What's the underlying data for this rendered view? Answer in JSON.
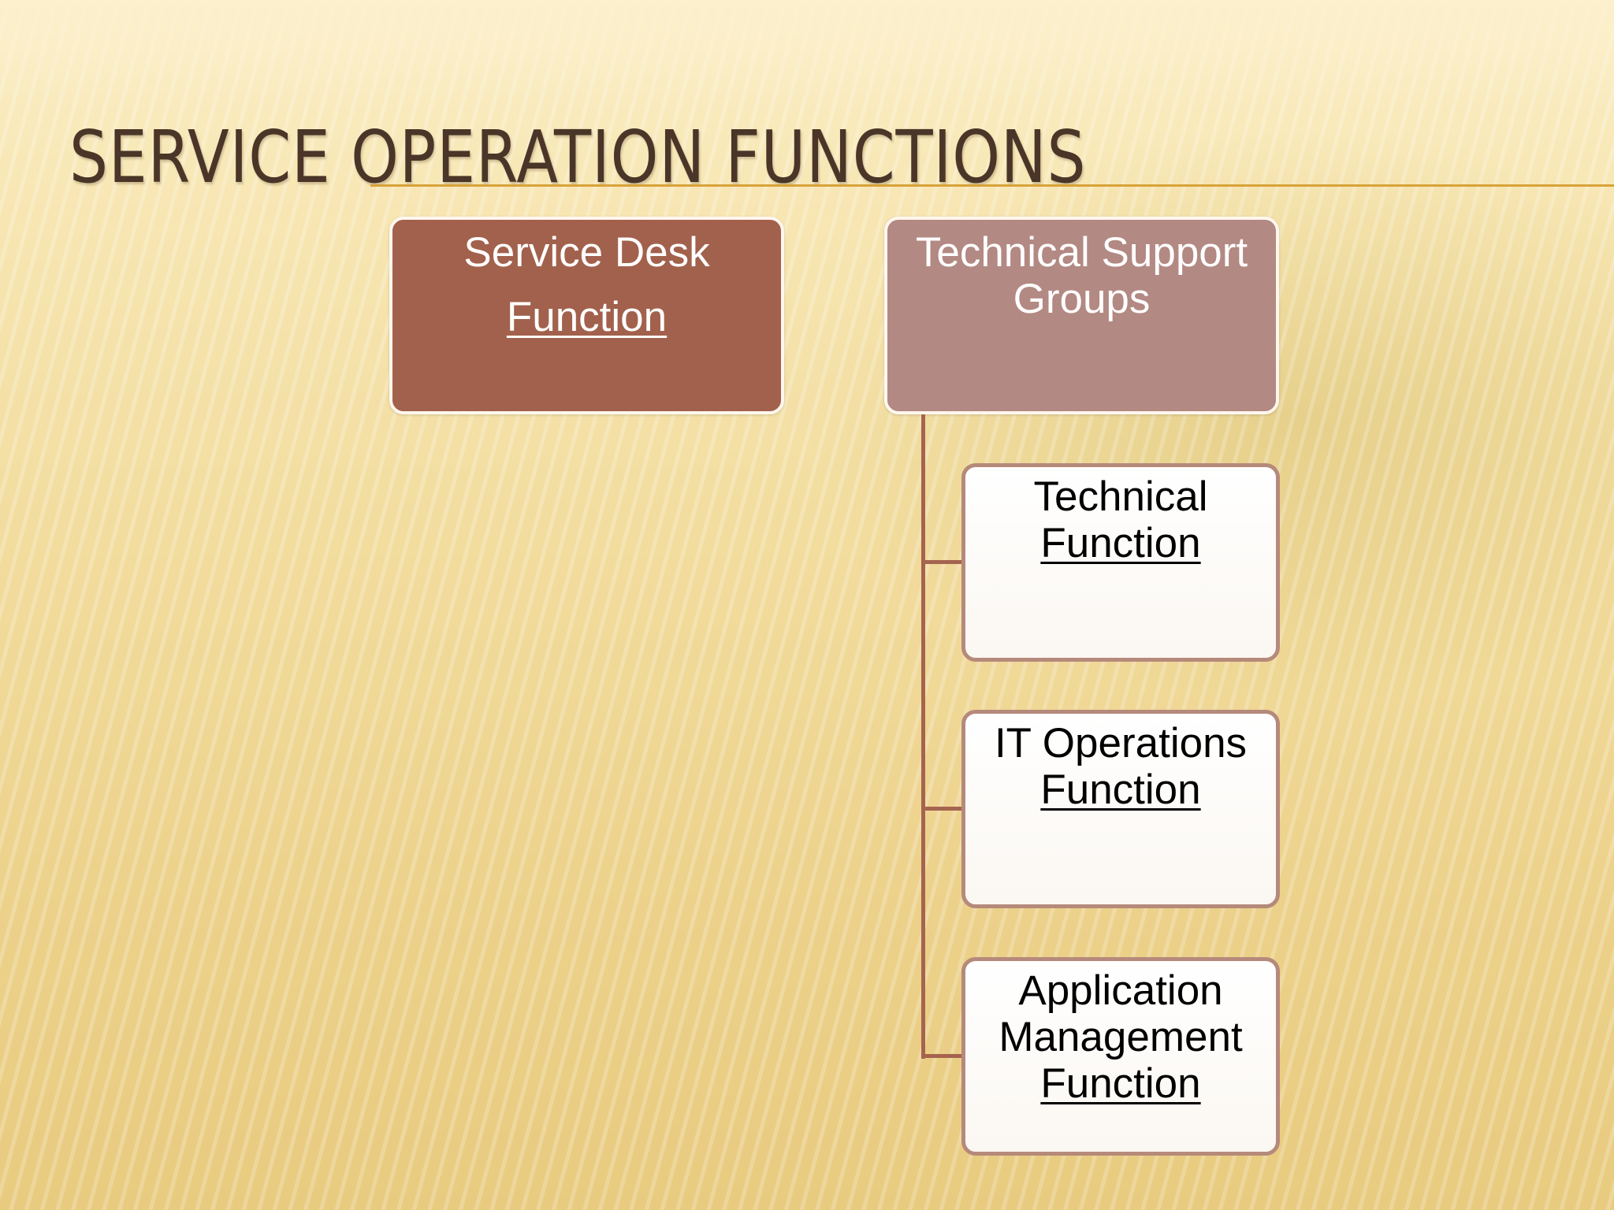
{
  "slide": {
    "title": "SERVICE OPERATION FUNCTIONS"
  },
  "diagram": {
    "top_level": [
      {
        "line1": "Service Desk",
        "line2": "Function"
      },
      {
        "line1": "Technical Support",
        "line2": "Groups"
      }
    ],
    "children": [
      {
        "lines": [
          "Technical",
          "Function"
        ]
      },
      {
        "lines": [
          "IT Operations",
          "Function"
        ]
      },
      {
        "lines": [
          "Application",
          "Management",
          "Function"
        ]
      }
    ]
  },
  "colors": {
    "service_desk_box": "#a2614c",
    "technical_support_box": "#b38983",
    "child_border": "#b58a7b",
    "connector": "#a5644f",
    "title_text": "#4a3528",
    "title_rule": "#d8a23a"
  }
}
